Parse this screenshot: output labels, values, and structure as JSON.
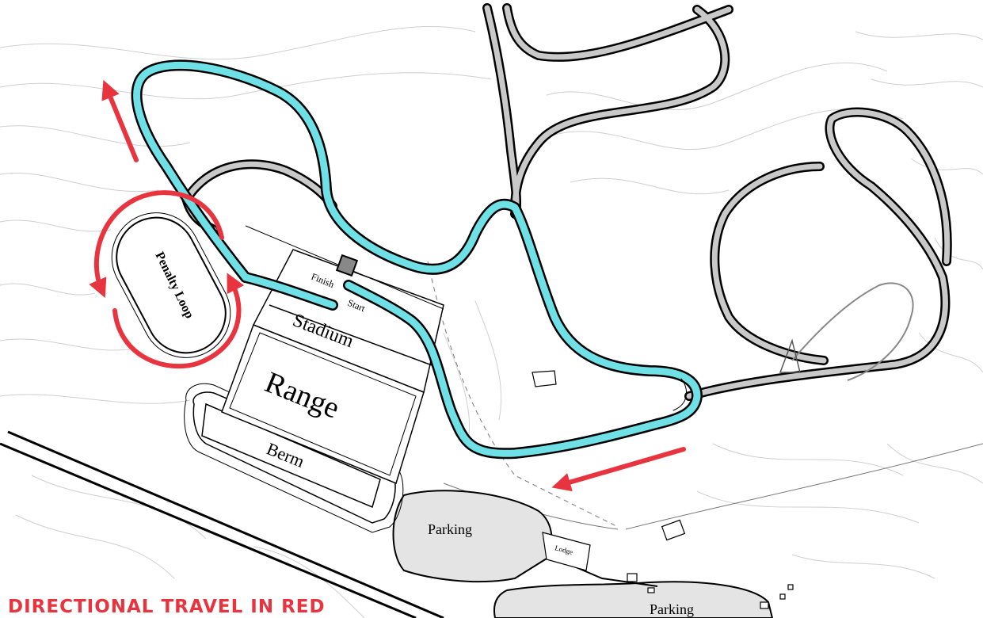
{
  "caption": "DIRECTIONAL TRAVEL IN RED",
  "labels": {
    "penalty_loop": "Penalty Loop",
    "finish": "Finish",
    "start": "Start",
    "stadium": "Stadium",
    "range": "Range",
    "berm": "Berm",
    "parking_1": "Parking",
    "parking_2": "Parking",
    "lodge": "Lodge"
  },
  "colors": {
    "race_course": "#6fe0e6",
    "direction_arrows": "#e8343f",
    "trails": "#c9c9c9",
    "contours": "#cfcfcf",
    "parking_fill": "#e4e4e4"
  },
  "icons": [
    "direction-arrow-icon",
    "loop-arrow-icon"
  ]
}
